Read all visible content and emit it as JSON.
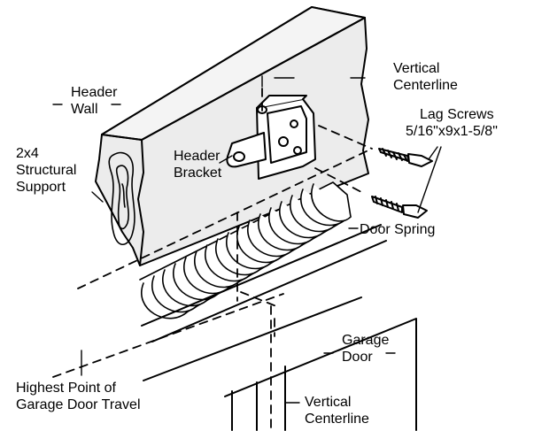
{
  "labels": {
    "header_wall": [
      "Header",
      "Wall"
    ],
    "vertical_centerline_top": [
      "Vertical",
      "Centerline"
    ],
    "lag_screws": [
      "Lag Screws",
      "5/16\"x9x1-5/8\""
    ],
    "structural_support": [
      "2x4",
      "Structural",
      "Support"
    ],
    "header_bracket": [
      "Header",
      "Bracket"
    ],
    "door_spring": "Door Spring",
    "garage_door": [
      "Garage",
      "Door"
    ],
    "highest_point": [
      "Highest Point of",
      "Garage Door Travel"
    ],
    "vertical_centerline_bottom": [
      "Vertical",
      "Centerline"
    ]
  },
  "colors": {
    "ink": "#000000",
    "wall_fill": "#ececec",
    "wall_top": "#f4f4f4",
    "paper": "#ffffff"
  }
}
